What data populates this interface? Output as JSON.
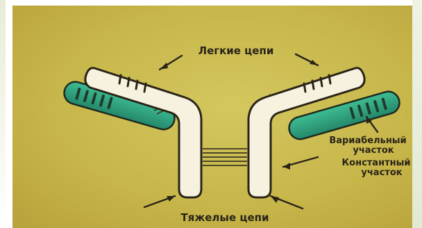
{
  "labels": {
    "light_chains": "Легкие цепи",
    "variable_region_line1": "Вариабельный",
    "variable_region_line2": "участок",
    "constant_region_line1": "Константный",
    "constant_region_line2": "участок",
    "heavy_chains": "Тяжелые цепи"
  },
  "colors": {
    "background": "#cdbd52",
    "heavy_chain": "#f6f2df",
    "light_chain": "#2fa582",
    "light_chain_dark": "#1f5e4c",
    "label_text": "#2a2418"
  }
}
